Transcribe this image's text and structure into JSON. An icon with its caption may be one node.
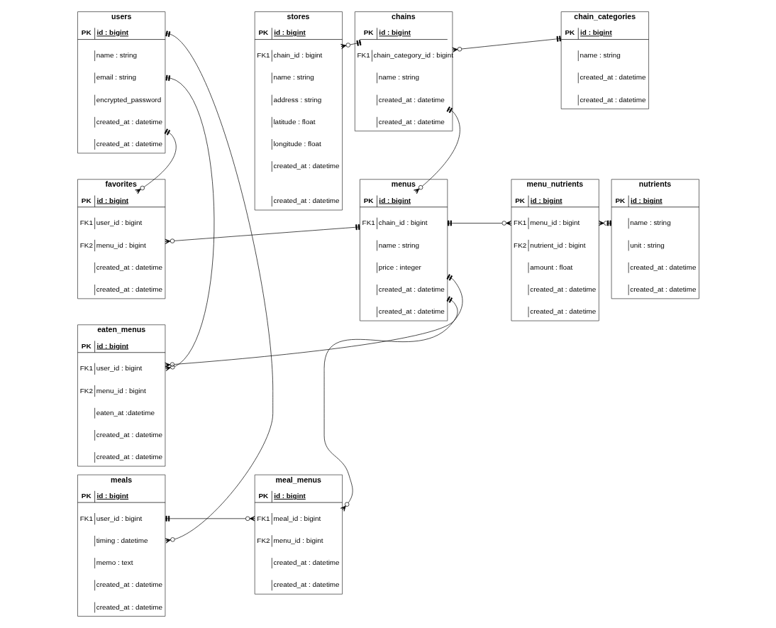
{
  "diagram": {
    "nodes": [
      {
        "text": [
          "users"
        ]
      },
      {
        "text": [
          "PK",
          "id : bigint"
        ],
        "in": 0
      },
      {
        "text": [
          "name : string"
        ],
        "in": 0
      },
      {
        "text": [
          "email : string"
        ],
        "in": 0
      },
      {
        "text": [
          "encrypted_password"
        ],
        "in": 0
      },
      {
        "text": [
          "created_at : datetime"
        ],
        "in": 0
      },
      {
        "text": [
          "created_at : datetime"
        ],
        "in": 0
      },
      {
        "text": [
          "stores"
        ]
      },
      {
        "text": [
          "PK",
          "id : bigint"
        ],
        "in": 7
      },
      {
        "text": [
          "FK1",
          "chain_id : bigint"
        ],
        "in": 7
      },
      {
        "text": [
          "name : string"
        ],
        "in": 7
      },
      {
        "text": [
          "address : string"
        ],
        "in": 7
      },
      {
        "text": [
          "latitude : float"
        ],
        "in": 7
      },
      {
        "text": [
          "longitude : float"
        ],
        "in": 7
      },
      {
        "text": [
          "created_at : datetime"
        ],
        "in": 7
      },
      {
        "text": [
          "created_at : datetime"
        ],
        "in": 7
      },
      {
        "text": [
          "chains"
        ]
      },
      {
        "text": [
          "PK",
          "id : bigint"
        ],
        "in": 16
      },
      {
        "text": [
          "FK1",
          "chain_category_id : bigint"
        ],
        "in": 16
      },
      {
        "text": [
          "name : string"
        ],
        "in": 16
      },
      {
        "text": [
          "created_at : datetime"
        ],
        "in": 16
      },
      {
        "text": [
          "created_at : datetime"
        ],
        "in": 16
      },
      {
        "text": [
          "chain_categories"
        ]
      },
      {
        "text": [
          "PK",
          "id : bigint"
        ],
        "in": 22
      },
      {
        "text": [
          "name : string"
        ],
        "in": 22
      },
      {
        "text": [
          "created_at : datetime"
        ],
        "in": 22
      },
      {
        "text": [
          "created_at : datetime"
        ],
        "in": 22
      },
      {
        "text": [
          "favorites"
        ]
      },
      {
        "text": [
          "PK",
          "id : bigint"
        ],
        "in": 27
      },
      {
        "text": [
          "FK1",
          "user_id : bigint"
        ],
        "in": 27
      },
      {
        "text": [
          "FK2",
          "menu_id : bigint"
        ],
        "in": 27
      },
      {
        "text": [
          "created_at : datetime"
        ],
        "in": 27
      },
      {
        "text": [
          "created_at : datetime"
        ],
        "in": 27
      },
      {
        "text": [
          "menus"
        ]
      },
      {
        "text": [
          "PK",
          "id : bigint"
        ],
        "in": 33
      },
      {
        "text": [
          "FK1",
          "chain_id : bigint"
        ],
        "in": 33
      },
      {
        "text": [
          "name : string"
        ],
        "in": 33
      },
      {
        "text": [
          "price : integer"
        ],
        "in": 33
      },
      {
        "text": [
          "created_at : datetime"
        ],
        "in": 33
      },
      {
        "text": [
          "created_at : datetime"
        ],
        "in": 33
      },
      {
        "text": [
          "menu_nutrients"
        ]
      },
      {
        "text": [
          "PK",
          "id : bigint"
        ],
        "in": 40
      },
      {
        "text": [
          "FK1",
          "menu_id : bigint"
        ],
        "in": 40
      },
      {
        "text": [
          "FK2",
          "nutrient_id : bigint"
        ],
        "in": 40
      },
      {
        "text": [
          "amount : float"
        ],
        "in": 40
      },
      {
        "text": [
          "created_at : datetime"
        ],
        "in": 40
      },
      {
        "text": [
          "created_at : datetime"
        ],
        "in": 40
      },
      {
        "text": [
          "nutrients"
        ]
      },
      {
        "text": [
          "PK",
          "id : bigint"
        ],
        "in": 47
      },
      {
        "text": [
          "name : string"
        ],
        "in": 47
      },
      {
        "text": [
          "unit : string"
        ],
        "in": 47
      },
      {
        "text": [
          "created_at : datetime"
        ],
        "in": 47
      },
      {
        "text": [
          "created_at : datetime"
        ],
        "in": 47
      },
      {
        "text": [
          "eaten_menus"
        ]
      },
      {
        "text": [
          "PK",
          "id : bigint"
        ],
        "in": 53
      },
      {
        "text": [
          "FK1",
          "user_id : bigint"
        ],
        "in": 53
      },
      {
        "text": [
          "FK2",
          "menu_id : bigint"
        ],
        "in": 53
      },
      {
        "text": [
          "eaten_at :datetime"
        ],
        "in": 53
      },
      {
        "text": [
          "created_at : datetime"
        ],
        "in": 53
      },
      {
        "text": [
          "created_at : datetime"
        ],
        "in": 53
      },
      {
        "text": [
          "meals"
        ]
      },
      {
        "text": [
          "PK",
          "id : bigint"
        ],
        "in": 60
      },
      {
        "text": [
          "FK1",
          "user_id : bigint"
        ],
        "in": 60
      },
      {
        "text": [
          "timing : datetime"
        ],
        "in": 60
      },
      {
        "text": [
          "memo : text"
        ],
        "in": 60
      },
      {
        "text": [
          "created_at : datetime"
        ],
        "in": 60
      },
      {
        "text": [
          "created_at : datetime"
        ],
        "in": 60
      },
      {
        "text": [
          "meal_menus"
        ]
      },
      {
        "text": [
          "PK",
          "id : bigint"
        ],
        "in": 67
      },
      {
        "text": [
          "FK1",
          "meal_id : bigint"
        ],
        "in": 67
      },
      {
        "text": [
          "FK2",
          "menu_id : bigint"
        ],
        "in": 67
      },
      {
        "text": [
          "created_at : datetime"
        ],
        "in": 67
      },
      {
        "text": [
          "created_at : datetime"
        ],
        "in": 67
      }
    ],
    "edges": [
      {
        "from": 1,
        "to": 63,
        "arrow": "other"
      },
      {
        "from": 3,
        "to": 55,
        "arrow": "other"
      },
      {
        "from": 5,
        "to": 28,
        "arrow": "other"
      },
      {
        "from": 9,
        "to": 17,
        "arrow": "other"
      },
      {
        "from": 18,
        "to": 23,
        "arrow": "other"
      },
      {
        "from": 20,
        "to": 34,
        "arrow": "other"
      },
      {
        "from": 30,
        "to": 35,
        "arrow": "other"
      },
      {
        "from": 55,
        "to": 37,
        "arrow": "other"
      },
      {
        "from": 69,
        "to": 38,
        "arrow": "other"
      },
      {
        "from": 62,
        "to": 69,
        "arrow": "other"
      },
      {
        "from": 35,
        "to": 42,
        "arrow": "other"
      },
      {
        "from": 42,
        "to": 49,
        "arrow": "other"
      }
    ]
  }
}
